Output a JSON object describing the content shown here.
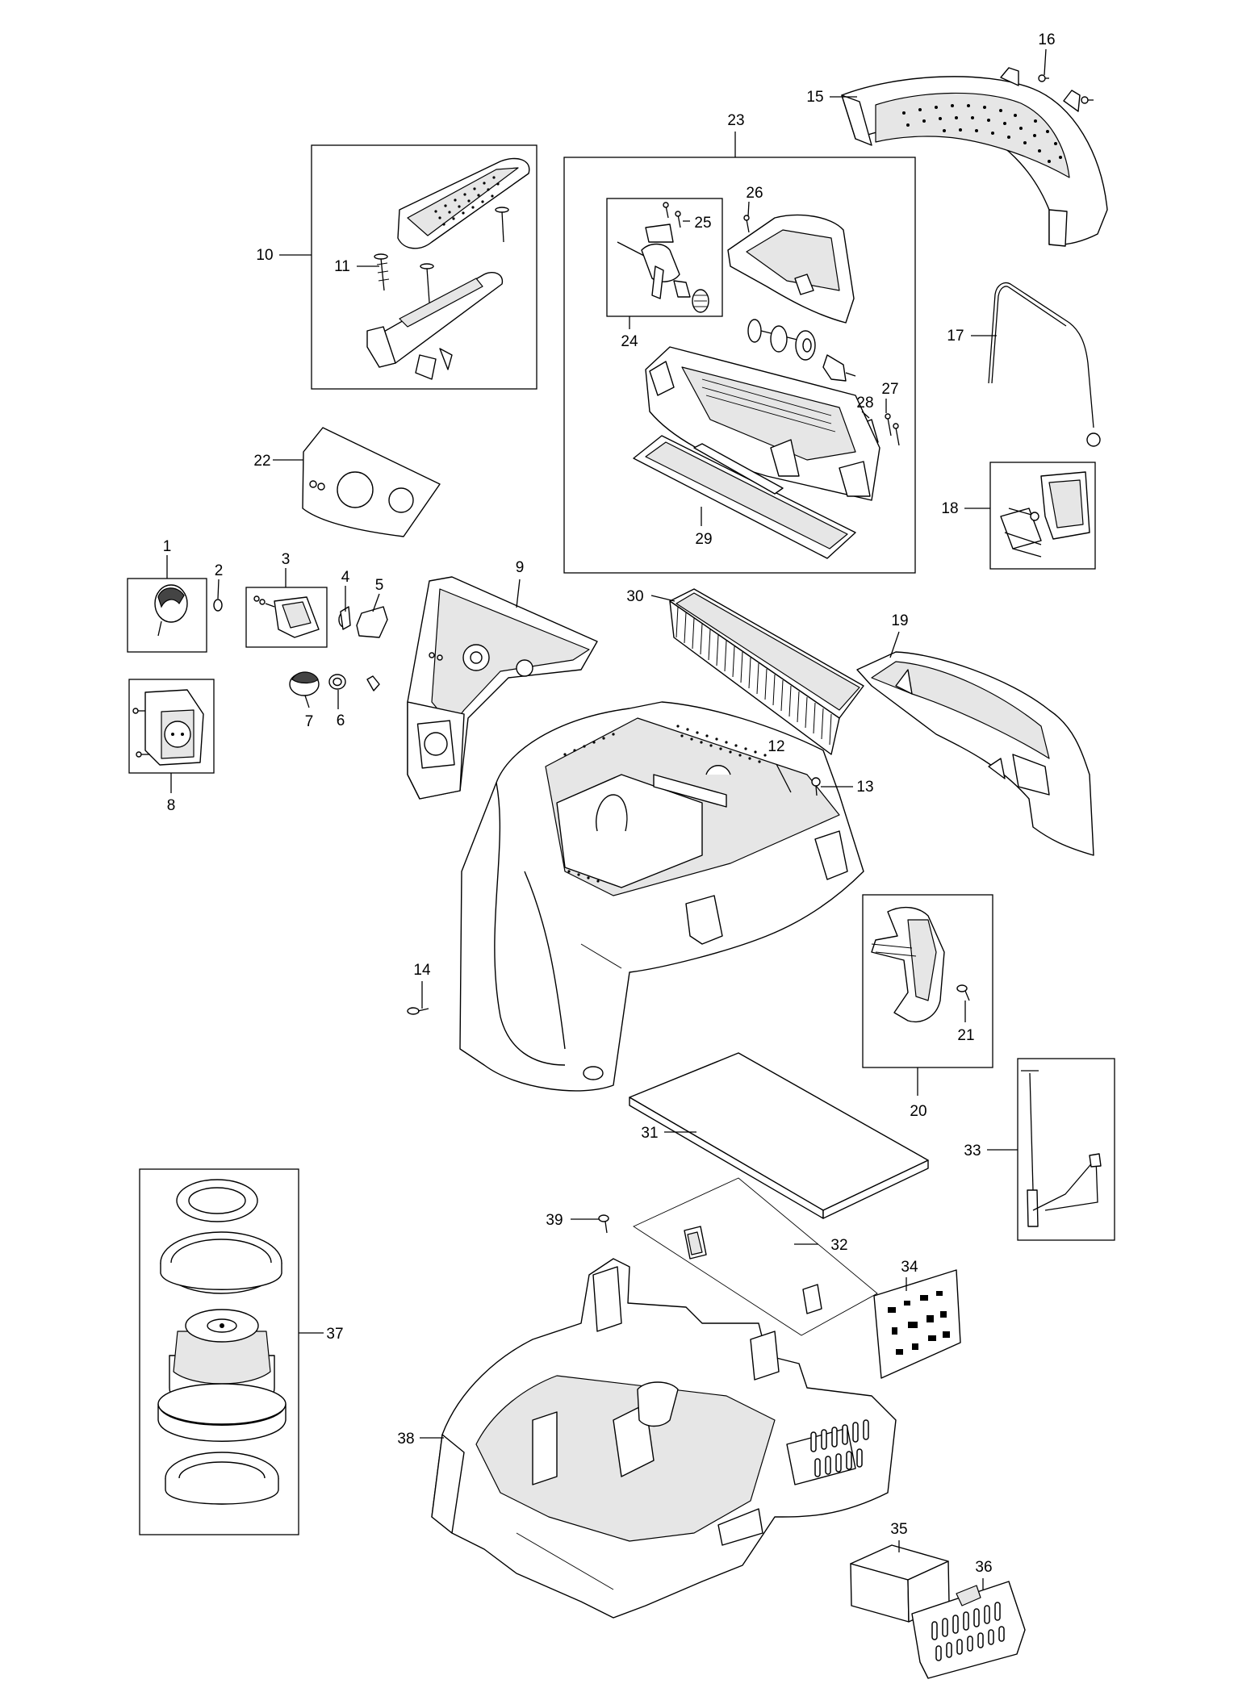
{
  "labels": {
    "p1": "1",
    "p2": "2",
    "p3": "3",
    "p4": "4",
    "p5": "5",
    "p6": "6",
    "p7": "7",
    "p8": "8",
    "p9": "9",
    "p10": "10",
    "p11": "11",
    "p12": "12",
    "p13": "13",
    "p14": "14",
    "p15": "15",
    "p16": "16",
    "p17": "17",
    "p18": "18",
    "p19": "19",
    "p20": "20",
    "p21": "21",
    "p22": "22",
    "p23": "23",
    "p24": "24",
    "p25": "25",
    "p26": "26",
    "p27": "27",
    "p28": "28",
    "p29": "29",
    "p30": "30",
    "p31": "31",
    "p32": "32",
    "p33": "33",
    "p34": "34",
    "p35": "35",
    "p36": "36",
    "p37": "37",
    "p38": "38",
    "p39": "39"
  },
  "colors": {
    "line": "#000000",
    "fill": "#ffffff",
    "shade": "#e6e6e6",
    "dark": "#444444"
  }
}
